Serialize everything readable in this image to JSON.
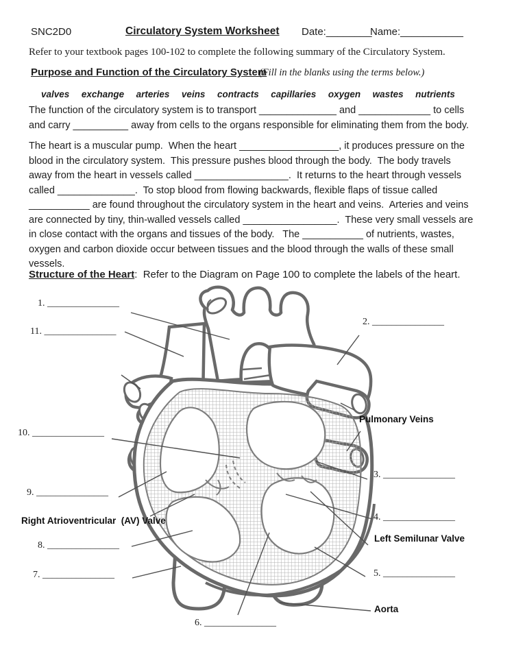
{
  "header": {
    "course_code": "SNC2D0",
    "title": "Circulatory System Worksheet",
    "date_label": "Date:________",
    "name_label": "Name:___________"
  },
  "intro": "Refer to your textbook pages 100-102  to complete the following summary of the Circulatory System.",
  "section1": {
    "heading": "Purpose and Function of the Circulatory System",
    "note": "(Fill in the blanks using the terms below.)",
    "terms": [
      "valves",
      "exchange",
      "arteries",
      "veins",
      "contracts",
      "capillaries",
      "oxygen",
      "wastes",
      "nutrients"
    ],
    "paragraph1": "The function of the circulatory system is to transport ______________ and _____________ to cells\nand carry __________ away from cells to the organs responsible for eliminating them from the body.",
    "paragraph2": "The heart is a muscular pump.  When the heart __________________, it produces pressure on the\nblood in the circulatory system.  This pressure pushes blood through the body.  The body travels\naway from the heart in vessels called _________________.  It returns to the heart through vessels\ncalled ______________.  To stop blood from flowing backwards, flexible flaps of tissue called\n___________ are found throughout the circulatory system in the heart and veins.  Arteries and veins\nare connected by tiny, thin-walled vessels called _________________.  These very small vessels are\nin close contact with the organs and tissues of the body.   The ___________ of nutrients, wastes,\noxygen and carbon dioxide occur between tissues and the blood through the walls of these small\nvessels."
  },
  "section2": {
    "heading": "Structure of the Heart",
    "instruction": ":  Refer to the Diagram on Page 100 to complete the labels of the heart."
  },
  "diagram": {
    "labels": {
      "n1": {
        "number": "1. ",
        "blank": "_______________"
      },
      "n2": {
        "number": "2. ",
        "blank": "_______________"
      },
      "n3": {
        "number": "3. ",
        "blank": "_______________"
      },
      "n4": {
        "number": "4. ",
        "blank": "_______________"
      },
      "n5": {
        "number": "5. ",
        "blank": "_______________"
      },
      "n6": {
        "number": "6. ",
        "blank": "_______________"
      },
      "n7": {
        "number": "7. ",
        "blank": "_______________"
      },
      "n8": {
        "number": "8. ",
        "blank": "_______________"
      },
      "n9": {
        "number": "9. ",
        "blank": "_______________"
      },
      "n10": {
        "number": "10. ",
        "blank": "_______________"
      },
      "n11": {
        "number": "11. ",
        "blank": "_______________"
      }
    },
    "named_labels": {
      "pulmonary_veins": "Pulmonary Veins",
      "right_av_valve": "Right Atrioventricular  (AV) Valve",
      "left_semilunar_valve": "Left Semilunar Valve",
      "aorta": "Aorta"
    },
    "colors": {
      "outline_gray": "#696969",
      "hatch_gray": "#b0b0b0",
      "leader_line": "#4f4f4f"
    }
  }
}
